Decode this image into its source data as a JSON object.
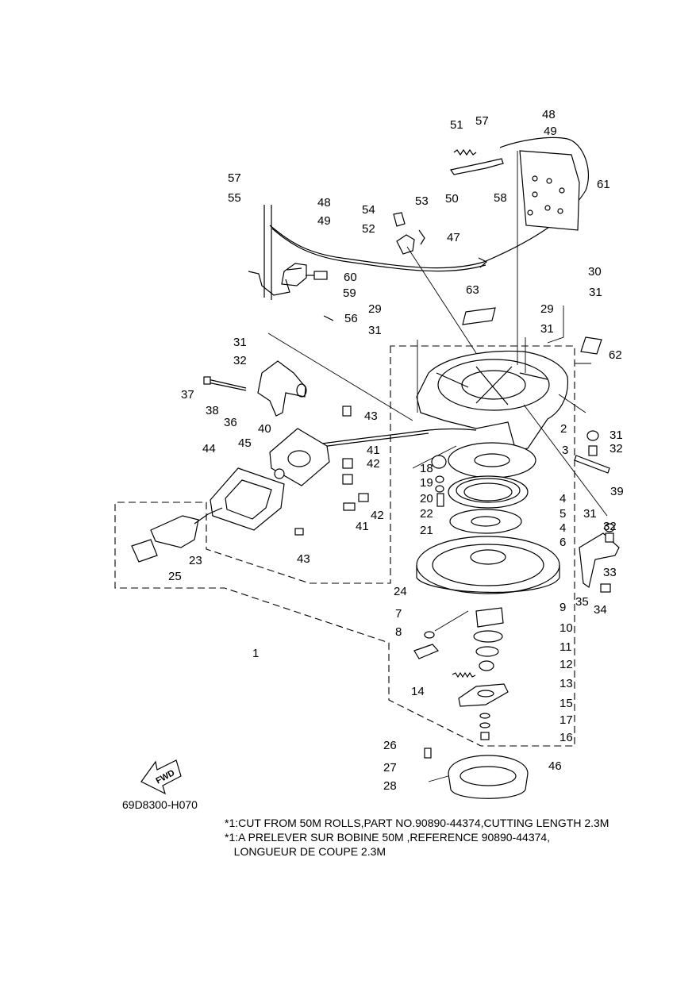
{
  "diagram": {
    "drawing_code": "69D8300-H070",
    "fwd_label": "FWD",
    "callouts": [
      "1",
      "2",
      "3",
      "4",
      "5",
      "6",
      "7",
      "8",
      "9",
      "10",
      "11",
      "12",
      "13",
      "14",
      "15",
      "16",
      "17",
      "18",
      "19",
      "20",
      "21",
      "22",
      "23",
      "24",
      "25",
      "26",
      "27",
      "28",
      "29",
      "30",
      "31",
      "32",
      "33",
      "34",
      "35",
      "36",
      "37",
      "38",
      "39",
      "40",
      "41",
      "42",
      "43",
      "44",
      "45",
      "46",
      "47",
      "48",
      "49",
      "50",
      "51",
      "52",
      "53",
      "54",
      "55",
      "56",
      "57",
      "58",
      "59",
      "60",
      "61",
      "62",
      "63"
    ]
  },
  "notes": {
    "line1": "*1:CUT FROM 50M ROLLS,PART NO.90890-44374,CUTTING LENGTH 2.3M",
    "line2": "*1:A PRELEVER SUR BOBINE 50M ,REFERENCE 90890-44374,",
    "line3": "   LONGUEUR DE COUPE 2.3M"
  }
}
